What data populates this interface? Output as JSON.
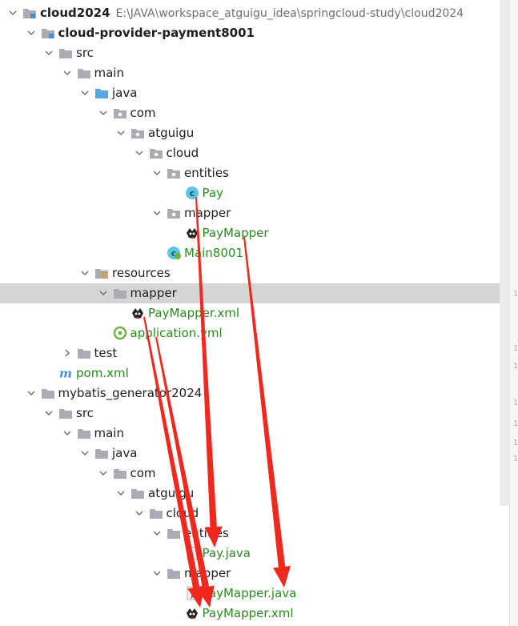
{
  "tree": [
    {
      "label": "cloud2024",
      "path": "E:\\JAVA\\workspace_atguigu_idea\\springcloud-study\\cloud2024",
      "depth": 0,
      "expanded": true,
      "icon": "module-icon",
      "bold": true,
      "green": false
    },
    {
      "label": "cloud-provider-payment8001",
      "depth": 1,
      "expanded": true,
      "icon": "module-icon",
      "bold": true,
      "green": false
    },
    {
      "label": "src",
      "depth": 2,
      "expanded": true,
      "icon": "folder-icon",
      "bold": false,
      "green": false
    },
    {
      "label": "main",
      "depth": 3,
      "expanded": true,
      "icon": "folder-icon",
      "bold": false,
      "green": false
    },
    {
      "label": "java",
      "depth": 4,
      "expanded": true,
      "icon": "source-folder-icon",
      "bold": false,
      "green": false
    },
    {
      "label": "com",
      "depth": 5,
      "expanded": true,
      "icon": "package-icon",
      "bold": false,
      "green": false
    },
    {
      "label": "atguigu",
      "depth": 6,
      "expanded": true,
      "icon": "package-icon",
      "bold": false,
      "green": false
    },
    {
      "label": "cloud",
      "depth": 7,
      "expanded": true,
      "icon": "package-icon",
      "bold": false,
      "green": false
    },
    {
      "label": "entities",
      "depth": 8,
      "expanded": true,
      "icon": "package-icon",
      "bold": false,
      "green": false
    },
    {
      "label": "Pay",
      "depth": 9,
      "expanded": null,
      "icon": "class-icon",
      "bold": false,
      "green": true
    },
    {
      "label": "mapper",
      "depth": 8,
      "expanded": true,
      "icon": "package-icon",
      "bold": false,
      "green": false
    },
    {
      "label": "PayMapper",
      "depth": 9,
      "expanded": null,
      "icon": "mybatis-icon",
      "bold": false,
      "green": true
    },
    {
      "label": "Main8001",
      "depth": 8,
      "expanded": null,
      "icon": "spring-class-icon",
      "bold": false,
      "green": true
    },
    {
      "label": "resources",
      "depth": 4,
      "expanded": true,
      "icon": "resources-folder-icon",
      "bold": false,
      "green": false
    },
    {
      "label": "mapper",
      "depth": 5,
      "expanded": true,
      "icon": "folder-icon",
      "bold": false,
      "green": false,
      "selected": true
    },
    {
      "label": "PayMapper.xml",
      "depth": 6,
      "expanded": null,
      "icon": "mybatis-icon",
      "bold": false,
      "green": true
    },
    {
      "label": "application.yml",
      "depth": 5,
      "expanded": null,
      "icon": "yml-icon",
      "bold": false,
      "green": true
    },
    {
      "label": "test",
      "depth": 3,
      "expanded": false,
      "icon": "folder-icon",
      "bold": false,
      "green": false
    },
    {
      "label": "pom.xml",
      "depth": 2,
      "expanded": null,
      "icon": "maven-icon",
      "bold": false,
      "green": true
    },
    {
      "label": "mybatis_generator2024",
      "depth": 1,
      "expanded": true,
      "icon": "folder-icon",
      "bold": false,
      "green": false
    },
    {
      "label": "src",
      "depth": 2,
      "expanded": true,
      "icon": "folder-icon",
      "bold": false,
      "green": false
    },
    {
      "label": "main",
      "depth": 3,
      "expanded": true,
      "icon": "folder-icon",
      "bold": false,
      "green": false
    },
    {
      "label": "java",
      "depth": 4,
      "expanded": true,
      "icon": "folder-icon",
      "bold": false,
      "green": false
    },
    {
      "label": "com",
      "depth": 5,
      "expanded": true,
      "icon": "folder-icon",
      "bold": false,
      "green": false
    },
    {
      "label": "atguigu",
      "depth": 6,
      "expanded": true,
      "icon": "folder-icon",
      "bold": false,
      "green": false
    },
    {
      "label": "cloud",
      "depth": 7,
      "expanded": true,
      "icon": "folder-icon",
      "bold": false,
      "green": false
    },
    {
      "label": "entities",
      "depth": 8,
      "expanded": true,
      "icon": "folder-icon",
      "bold": false,
      "green": false
    },
    {
      "label": "Pay.java",
      "depth": 9,
      "expanded": null,
      "icon": "java-file-icon",
      "bold": false,
      "green": true
    },
    {
      "label": "mapper",
      "depth": 8,
      "expanded": true,
      "icon": "folder-icon",
      "bold": false,
      "green": false
    },
    {
      "label": "PayMapper.java",
      "depth": 9,
      "expanded": null,
      "icon": "java-file-icon",
      "bold": false,
      "green": true
    },
    {
      "label": "PayMapper.xml",
      "depth": 9,
      "expanded": null,
      "icon": "mybatis-icon",
      "bold": false,
      "green": true
    }
  ],
  "colors": {
    "arrow": "#f0281e",
    "green_text": "#2a8a1f",
    "selection": "#d5d5d5",
    "folder": "#a9adb3",
    "source_folder": "#5aa7e0",
    "module_accent": "#3f8fd6"
  },
  "annotations": {
    "arrows": [
      {
        "name": "arrow-pay-to-pay-java",
        "from_row": 9,
        "to_row": 27
      },
      {
        "name": "arrow-paymapper-to-paymapper-java",
        "from_row": 11,
        "to_row": 29
      },
      {
        "name": "arrow-paymapper-xml-to-generated-xml",
        "from_row": 15,
        "to_row": 30
      },
      {
        "name": "arrow-application-yml-to-generated-xml",
        "from_row": 16,
        "to_row": 30
      }
    ]
  }
}
